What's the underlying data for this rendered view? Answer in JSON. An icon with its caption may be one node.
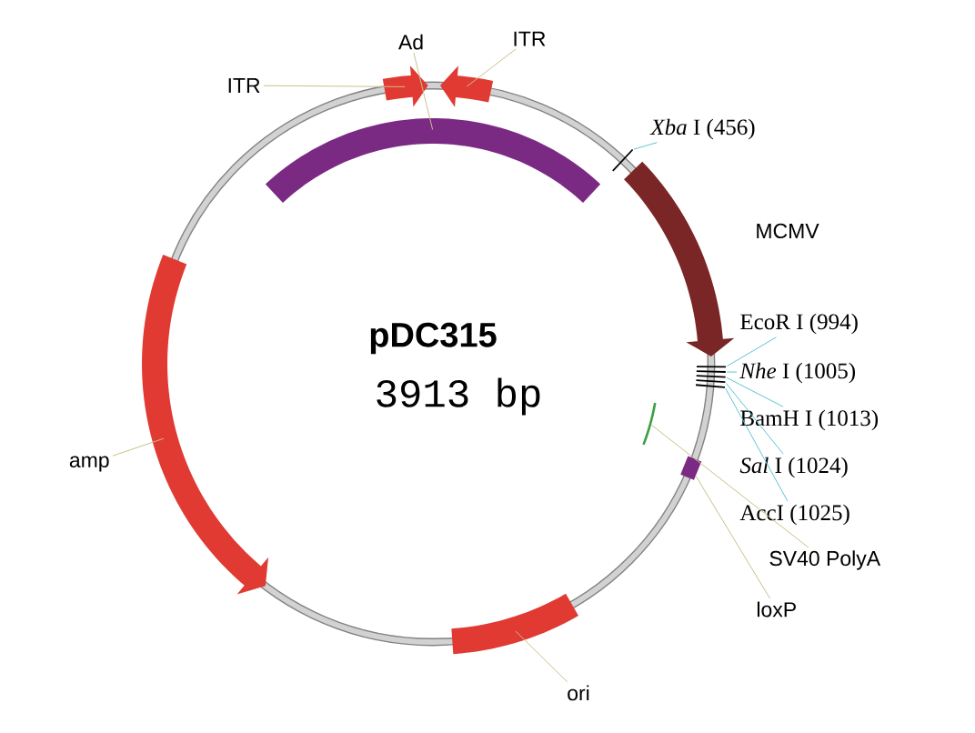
{
  "diagram": {
    "nodes": [
      {
        "text": [
          "ITR"
        ]
      },
      {
        "text": [
          "Ad"
        ]
      },
      {
        "text": [
          "ITR"
        ]
      },
      {
        "text": [
          "*Xba* I (456)"
        ]
      },
      {
        "text": [
          "EcoR I (994)"
        ]
      },
      {
        "text": [
          "*Nhe* I (1005)"
        ]
      },
      {
        "text": [
          "BamH I (1013)"
        ]
      },
      {
        "text": [
          "*Sal* I (1024)"
        ]
      },
      {
        "text": [
          "AccI (1025)"
        ]
      },
      {
        "text": [
          "SV40 PolyA"
        ]
      },
      {
        "text": [
          "loxP"
        ]
      },
      {
        "text": [
          "amp"
        ]
      },
      {
        "text": [
          "ori"
        ]
      },
      {
        "text": [],
        "shape": "arrow"
      },
      {
        "text": [],
        "shape": "arrow"
      },
      {
        "text": [],
        "shape": "arc"
      },
      {
        "text": [],
        "shape": "bar"
      },
      {
        "text": [],
        "shape": "bar"
      },
      {
        "text": [],
        "shape": "bar"
      },
      {
        "text": [],
        "shape": "bar"
      },
      {
        "text": [],
        "shape": "bar"
      },
      {
        "text": [],
        "shape": "bar"
      },
      {
        "text": [],
        "shape": "arc"
      },
      {
        "text": [],
        "shape": "box"
      },
      {
        "text": [],
        "shape": "arrow"
      },
      {
        "text": [],
        "shape": "arc"
      },
      {
        "text": [],
        "shape": "arrow"
      }
    ],
    "edges": [
      {
        "from": 0,
        "to": 13,
        "arrow": "none"
      },
      {
        "from": 1,
        "to": 15,
        "arrow": "none"
      },
      {
        "from": 2,
        "to": 14,
        "arrow": "none"
      },
      {
        "from": 3,
        "to": 16,
        "arrow": "none",
        "color": "#5cc4d4"
      },
      {
        "from": 4,
        "to": 17,
        "arrow": "none",
        "color": "#5cc4d4"
      },
      {
        "from": 5,
        "to": 18,
        "arrow": "none",
        "color": "#5cc4d4"
      },
      {
        "from": 6,
        "to": 19,
        "arrow": "none",
        "color": "#5cc4d4"
      },
      {
        "from": 7,
        "to": 20,
        "arrow": "none",
        "color": "#5cc4d4"
      },
      {
        "from": 8,
        "to": 21,
        "arrow": "none",
        "color": "#5cc4d4"
      },
      {
        "from": 9,
        "to": 22,
        "arrow": "none"
      },
      {
        "from": 10,
        "to": 23,
        "arrow": "none"
      },
      {
        "from": 11,
        "to": 24,
        "arrow": "none"
      },
      {
        "from": 12,
        "to": 25,
        "arrow": "none"
      }
    ],
    "labels": [
      "pDC315",
      "3913 bp",
      "MCMV"
    ]
  }
}
